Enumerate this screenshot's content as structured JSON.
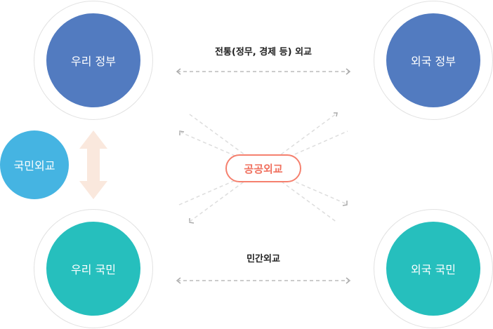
{
  "nodes": {
    "our_gov": "우리 정부",
    "foreign_gov": "외국 정부",
    "our_people": "우리 국민",
    "foreign_people": "외국 국민",
    "citizen_diplomacy": "국민외교",
    "public_diplomacy": "공공외교"
  },
  "labels": {
    "traditional": "전통(정무, 경제 등) 외교",
    "private": "민간외교"
  },
  "colors": {
    "gov": "#527bc0",
    "people": "#26bfbd",
    "citizen": "#45b4e2",
    "public": "#f5806e",
    "vertical_arrow": "#fae8dd"
  }
}
